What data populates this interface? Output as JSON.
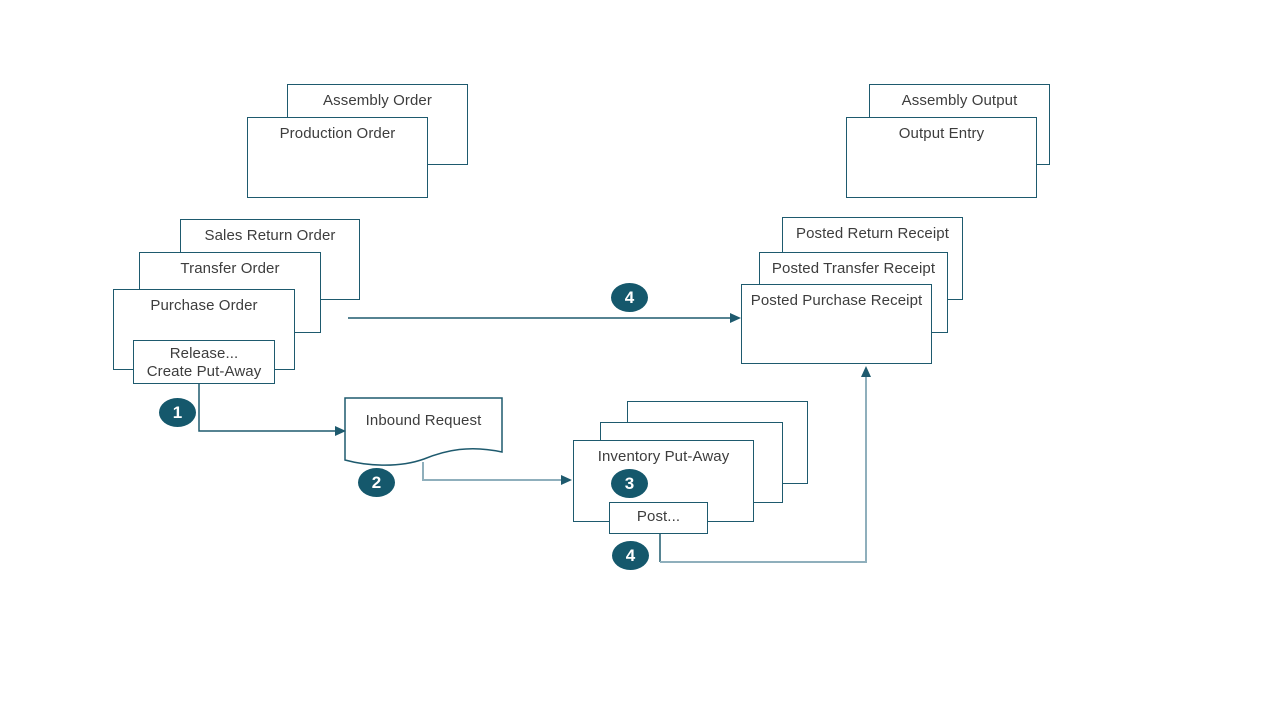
{
  "colors": {
    "border": "#1E5A6E",
    "connector_light": "#8FAFBC",
    "badge_fill": "#15586C",
    "text": "#3D3D3D",
    "background": "#FFFFFF"
  },
  "nodes": {
    "assembly_order": {
      "label": "Assembly Order"
    },
    "production_order": {
      "label": "Production Order"
    },
    "assembly_output": {
      "label": "Assembly Output"
    },
    "output_entry": {
      "label": "Output Entry"
    },
    "sales_return_order": {
      "label": "Sales Return Order"
    },
    "transfer_order": {
      "label": "Transfer Order"
    },
    "purchase_order": {
      "label": "Purchase Order"
    },
    "release_action": {
      "line1": "Release...",
      "line2": "Create Put-Away"
    },
    "posted_return_receipt": {
      "label": "Posted Return Receipt"
    },
    "posted_transfer_receipt": {
      "label": "Posted Transfer Receipt"
    },
    "posted_purchase_receipt": {
      "label": "Posted Purchase Receipt"
    },
    "inbound_request": {
      "label": "Inbound Request"
    },
    "inventory_put_away": {
      "label": "Inventory Put-Away"
    },
    "post_action": {
      "label": "Post..."
    }
  },
  "badges": {
    "step1": "1",
    "step2": "2",
    "step3": "3",
    "step4_receipt": "4",
    "step4_post": "4"
  }
}
